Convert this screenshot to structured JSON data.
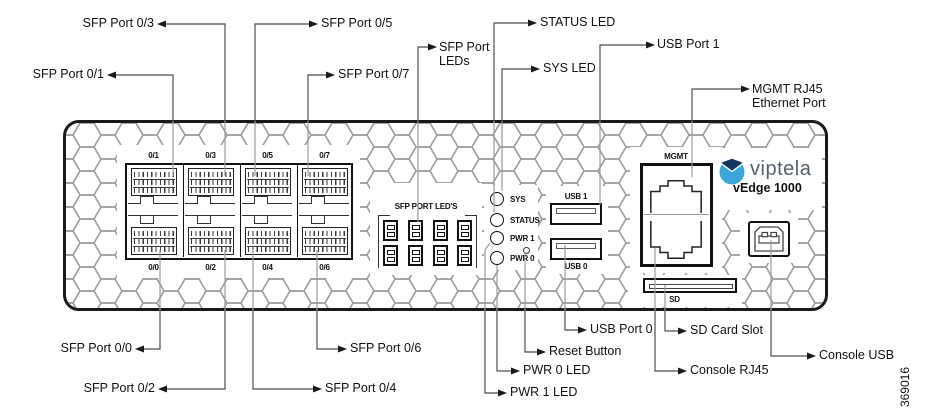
{
  "figure": {
    "number": "369016"
  },
  "callouts": {
    "sfp_0_3": "SFP Port 0/3",
    "sfp_0_1": "SFP Port 0/1",
    "sfp_0_5": "SFP Port 0/5",
    "sfp_0_7": "SFP Port 0/7",
    "sfp_leds_line1": "SFP Port",
    "sfp_leds_line2": "LEDs",
    "status_led": "STATUS LED",
    "sys_led": "SYS LED",
    "usb_1": "USB Port 1",
    "mgmt_line1": "MGMT RJ45",
    "mgmt_line2": "Ethernet Port",
    "sfp_0_0": "SFP Port 0/0",
    "sfp_0_2": "SFP Port 0/2",
    "sfp_0_6": "SFP Port 0/6",
    "sfp_0_4": "SFP Port 0/4",
    "pwr_1": "PWR 1 LED",
    "pwr_0": "PWR 0 LED",
    "reset": "Reset Button",
    "usb_0": "USB Port 0",
    "sd": "SD Card Slot",
    "console_rj45": "Console RJ45",
    "console_usb": "Console USB"
  },
  "panel": {
    "brand": "viptela",
    "model": "vEdge 1000",
    "mgmt_label": "MGMT",
    "sd_label": "SD",
    "sfp_led_block_label": "SFP PORT LED'S",
    "led_labels": [
      "SYS",
      "STATUS",
      "PWR 1",
      "PWR 0"
    ],
    "usb_labels": [
      "USB 1",
      "USB 0"
    ],
    "sfp_top_labels": [
      "0/1",
      "0/3",
      "0/5",
      "0/7"
    ],
    "sfp_bottom_labels": [
      "0/0",
      "0/2",
      "0/4",
      "0/6"
    ]
  },
  "colors": {
    "line_art": "#1a1a1a",
    "leader_outside": "#4d4d4d",
    "leader_inside": "#9b9b9b",
    "hex_pattern": "#9a9a9a",
    "logo_blue": "#3aa7dc",
    "logo_navy": "#15355f",
    "logo_text": "#55606c"
  }
}
